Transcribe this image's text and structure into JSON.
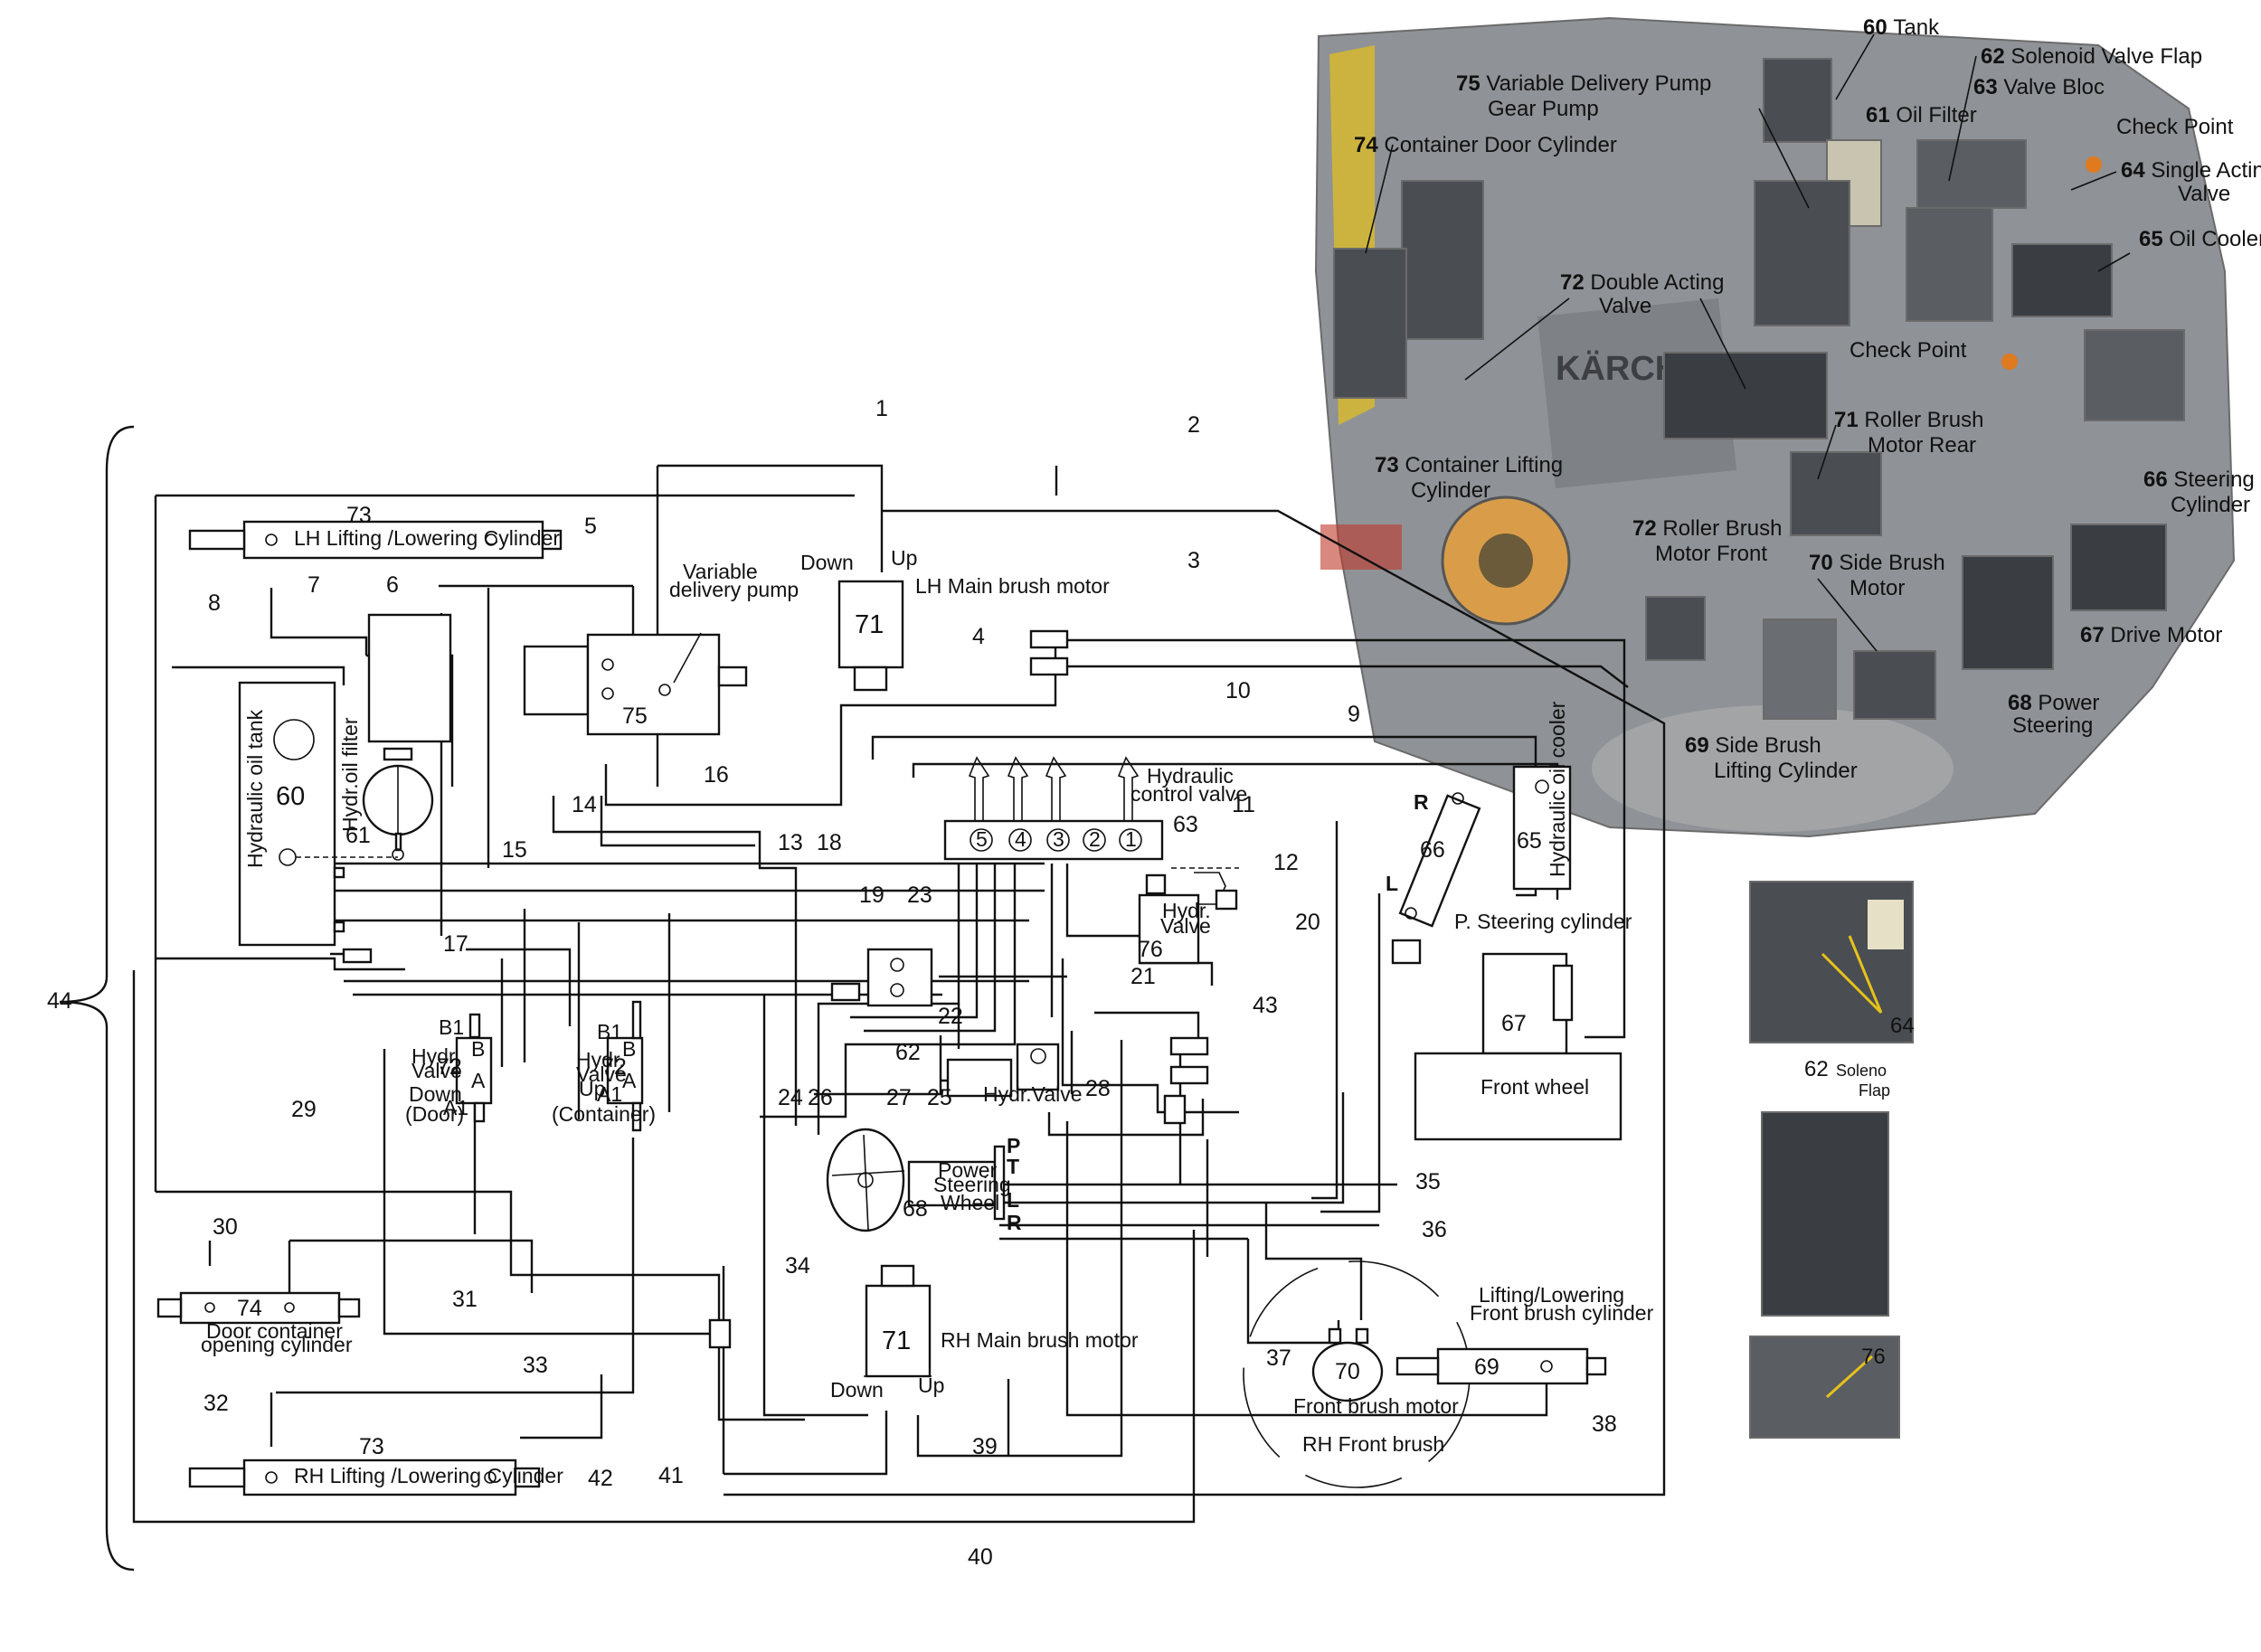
{
  "schematic": {
    "line_numbers": [
      "1",
      "2",
      "3",
      "4",
      "5",
      "6",
      "7",
      "8",
      "9",
      "10",
      "11",
      "12",
      "13",
      "14",
      "15",
      "16",
      "17",
      "18",
      "19",
      "20",
      "21",
      "22",
      "23",
      "24",
      "25",
      "26",
      "27",
      "28",
      "29",
      "30",
      "31",
      "32",
      "33",
      "34",
      "35",
      "36",
      "37",
      "38",
      "39",
      "40",
      "41",
      "42",
      "43",
      "44"
    ],
    "components": {
      "lh_lift_cyl": {
        "num": "73",
        "label": "LH Lifting /Lowering Cylinder"
      },
      "rh_lift_cyl": {
        "num": "73",
        "label": "RH Lifting /Lowering Cylinder"
      },
      "lh_motor": {
        "num": "71",
        "label": "LH Main brush motor",
        "down": "Down",
        "up": "Up"
      },
      "rh_motor": {
        "num": "71",
        "label": "RH Main brush motor",
        "down": "Down",
        "up": "Up"
      },
      "pump": {
        "num": "75",
        "label_line1": "Variable",
        "label_line2": "delivery pump"
      },
      "tank": {
        "num": "60",
        "label": "Hydraulic oil tank"
      },
      "filter": {
        "num": "61",
        "label": "Hydr.oil filter"
      },
      "control_valve": {
        "num": "63",
        "label_line1": "Hydraulic",
        "label_line2": "control valve",
        "sections": [
          "5",
          "4",
          "3",
          "2",
          "1"
        ]
      },
      "hydr_valve_76": {
        "num": "76",
        "line1": "Hydr.",
        "line2": "Valve"
      },
      "steering_cyl": {
        "num": "66",
        "label": "P. Steering cylinder",
        "port_r": "R",
        "port_l": "L"
      },
      "oil_cooler": {
        "num": "65",
        "label": "Hydraulic oil cooler"
      },
      "drive": {
        "num": "67",
        "label": "Front wheel"
      },
      "solenoid_62": {
        "num": "62"
      },
      "valve_25": {
        "label": "Hydr.Valve"
      },
      "valve_72_door": {
        "num": "72",
        "b1": "B1",
        "b": "B",
        "a": "A",
        "a1": "A1",
        "side_line1": "Hydr.",
        "side_line2": "Valve",
        "caption_line1": "Down",
        "caption_line2": "(Door)"
      },
      "valve_72_container": {
        "num": "72",
        "b1": "B1",
        "b": "B",
        "a": "A",
        "a1": "A1",
        "side_line1": "Hydr.",
        "side_line2": "Valve",
        "up": "Up",
        "caption": "(Container)"
      },
      "power_steering": {
        "num": "68",
        "label_line1": "Power",
        "label_line2": "Steering",
        "label_line3": "Wheel",
        "ports": [
          "P",
          "T",
          "L",
          "R"
        ]
      },
      "door_cyl": {
        "num": "74",
        "label_line1": "Door container",
        "label_line2": "opening cylinder"
      },
      "front_brush_motor": {
        "num": "70",
        "label": "Front brush motor"
      },
      "front_brush_cyl": {
        "num": "69",
        "label_line1": "Lifting/Lowering",
        "label_line2": "Front brush cylinder"
      },
      "rh_front_brush": {
        "label": "RH Front brush"
      }
    }
  },
  "photo_callouts": [
    {
      "num": "60",
      "text": "Tank"
    },
    {
      "num": "62",
      "text": "Solenoid Valve Flap"
    },
    {
      "num": "75",
      "text": "Variable Delivery Pump"
    },
    {
      "num": "",
      "text": "Gear Pump"
    },
    {
      "num": "63",
      "text": "Valve Bloc"
    },
    {
      "num": "61",
      "text": "Oil Filter"
    },
    {
      "num": "",
      "text": "Check Point"
    },
    {
      "num": "74",
      "text": "Container Door Cylinder"
    },
    {
      "num": "64",
      "text": "Single Acting"
    },
    {
      "num": "",
      "text": "Valve"
    },
    {
      "num": "65",
      "text": "Oil Cooler"
    },
    {
      "num": "72",
      "text": "Double Acting"
    },
    {
      "num": "",
      "text": "Valve"
    },
    {
      "num": "",
      "text": "Check Point"
    },
    {
      "num": "71",
      "text": "Roller Brush"
    },
    {
      "num": "",
      "text": "Motor Rear"
    },
    {
      "num": "73",
      "text": "Container Lifting"
    },
    {
      "num": "",
      "text": "Cylinder"
    },
    {
      "num": "66",
      "text": "Steering"
    },
    {
      "num": "",
      "text": "Cylinder"
    },
    {
      "num": "72",
      "text": "Roller Brush"
    },
    {
      "num": "",
      "text": "Motor Front"
    },
    {
      "num": "70",
      "text": "Side Brush"
    },
    {
      "num": "",
      "text": "Motor"
    },
    {
      "num": "67",
      "text": "Drive Motor"
    },
    {
      "num": "68",
      "text": "Power"
    },
    {
      "num": "",
      "text": "Steering"
    },
    {
      "num": "69",
      "text": "Side Brush"
    },
    {
      "num": "",
      "text": "Lifting Cylinder"
    }
  ],
  "detail_photos": [
    {
      "num": "64",
      "text": ""
    },
    {
      "num": "62",
      "text": "Soleno"
    },
    {
      "num": "",
      "text": "Flap"
    },
    {
      "num": "76",
      "text": ""
    }
  ],
  "colors": {
    "line": "#111111",
    "photo_body": "#8f9296",
    "photo_dark": "#4a4d52",
    "accent_orange": "#e07a1f",
    "accent_yellow": "#e6c21a"
  }
}
